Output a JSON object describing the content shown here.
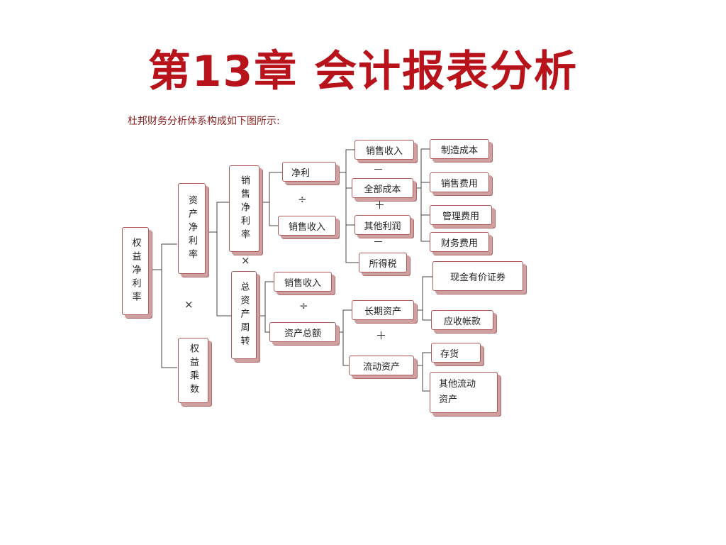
{
  "title": "第13章   会计报表分析",
  "caption": "杜邦财务分析体系构成如下图所示:",
  "nodes": {
    "roe": "权益净利率",
    "roa": "资产净利率",
    "equity_multiplier": "权益乘数",
    "net_margin": "销售净利率",
    "asset_turnover": "总资产周转",
    "net_profit": "净利",
    "sales_a": "销售收入",
    "sales_b": "销售收入",
    "total_assets": "资产总额",
    "sales_c": "销售收入",
    "total_cost": "全部成本",
    "other_profit": "其他利润",
    "income_tax": "所得税",
    "long_term_assets": "长期资产",
    "current_assets": "流动资产",
    "mfg_cost": "制造成本",
    "selling_exp": "销售费用",
    "admin_exp": "管理费用",
    "finance_exp": "财务费用",
    "cash_securities": "现金有价证券",
    "receivables": "应收帐款",
    "inventory": "存货",
    "other_current": "其他流动\n资产"
  },
  "operators": {
    "times_main": "×",
    "times_sub": "×",
    "div_margin": "÷",
    "div_turnover": "÷",
    "minus_cost": "－",
    "plus_other": "＋",
    "minus_tax": "－",
    "plus_assets": "＋"
  }
}
